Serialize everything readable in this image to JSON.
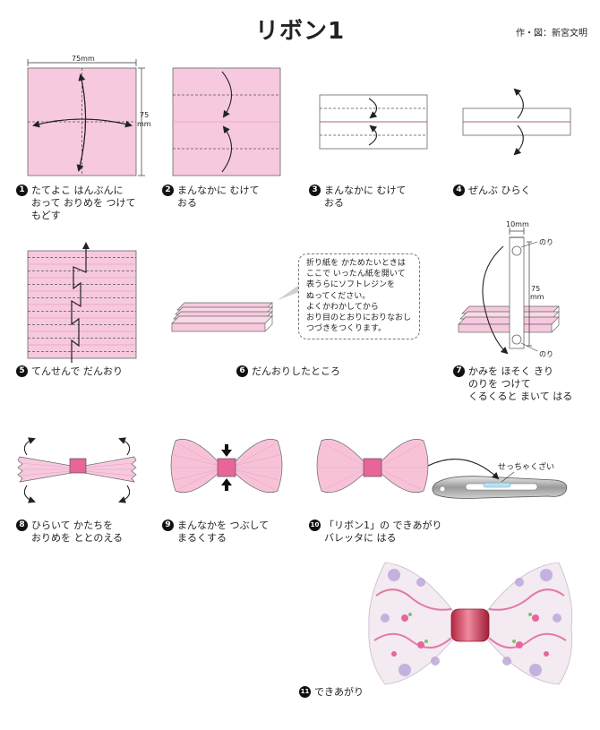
{
  "title": "リボン1",
  "credit": "作・図：新宮文明",
  "colors": {
    "paper": "#f6c9de",
    "bow": "#f7c2d8",
    "center": "#e8659a",
    "line": "#555555",
    "fold_line": "#e8a0bf"
  },
  "dimensions": {
    "width": "75mm",
    "height_value": "75",
    "height_unit": "mm",
    "strip_width": "10mm",
    "strip_len_value": "75",
    "strip_len_unit": "mm",
    "glue_top": "のり",
    "glue_bottom": "のり"
  },
  "steps": [
    {
      "num": "1",
      "lines": [
        "たてよこ はんぶんに",
        "おって おりめを つけて",
        "もどす"
      ]
    },
    {
      "num": "2",
      "lines": [
        "まんなかに むけて",
        "おる"
      ]
    },
    {
      "num": "3",
      "lines": [
        "まんなかに むけて",
        "おる"
      ]
    },
    {
      "num": "4",
      "lines": [
        "ぜんぶ ひらく"
      ]
    },
    {
      "num": "5",
      "lines": [
        "てんせんで だんおり"
      ]
    },
    {
      "num": "6",
      "lines": [
        "だんおりしたところ"
      ]
    },
    {
      "num": "7",
      "lines": [
        "かみを ほそく きり",
        "のりを つけて",
        "くるくると まいて はる"
      ]
    },
    {
      "num": "8",
      "lines": [
        "ひらいて かたちを",
        "おりめを ととのえる"
      ]
    },
    {
      "num": "9",
      "lines": [
        "まんなかを つぶして",
        "まるくする"
      ]
    },
    {
      "num": "10",
      "lines": [
        "「リボン1」の できあがり",
        "バレッタに はる"
      ]
    },
    {
      "num": "11",
      "lines": [
        "できあがり"
      ]
    }
  ],
  "note": [
    "折り紙を かためたいときは",
    "ここで いったん紙を開いて",
    "表うらにソフトレジンを",
    "ぬってください。",
    "よくかわかしてから",
    "おり目のとおりにおりなおし",
    "つづきをつくります。"
  ],
  "clip_label": "せっちゃくざい"
}
